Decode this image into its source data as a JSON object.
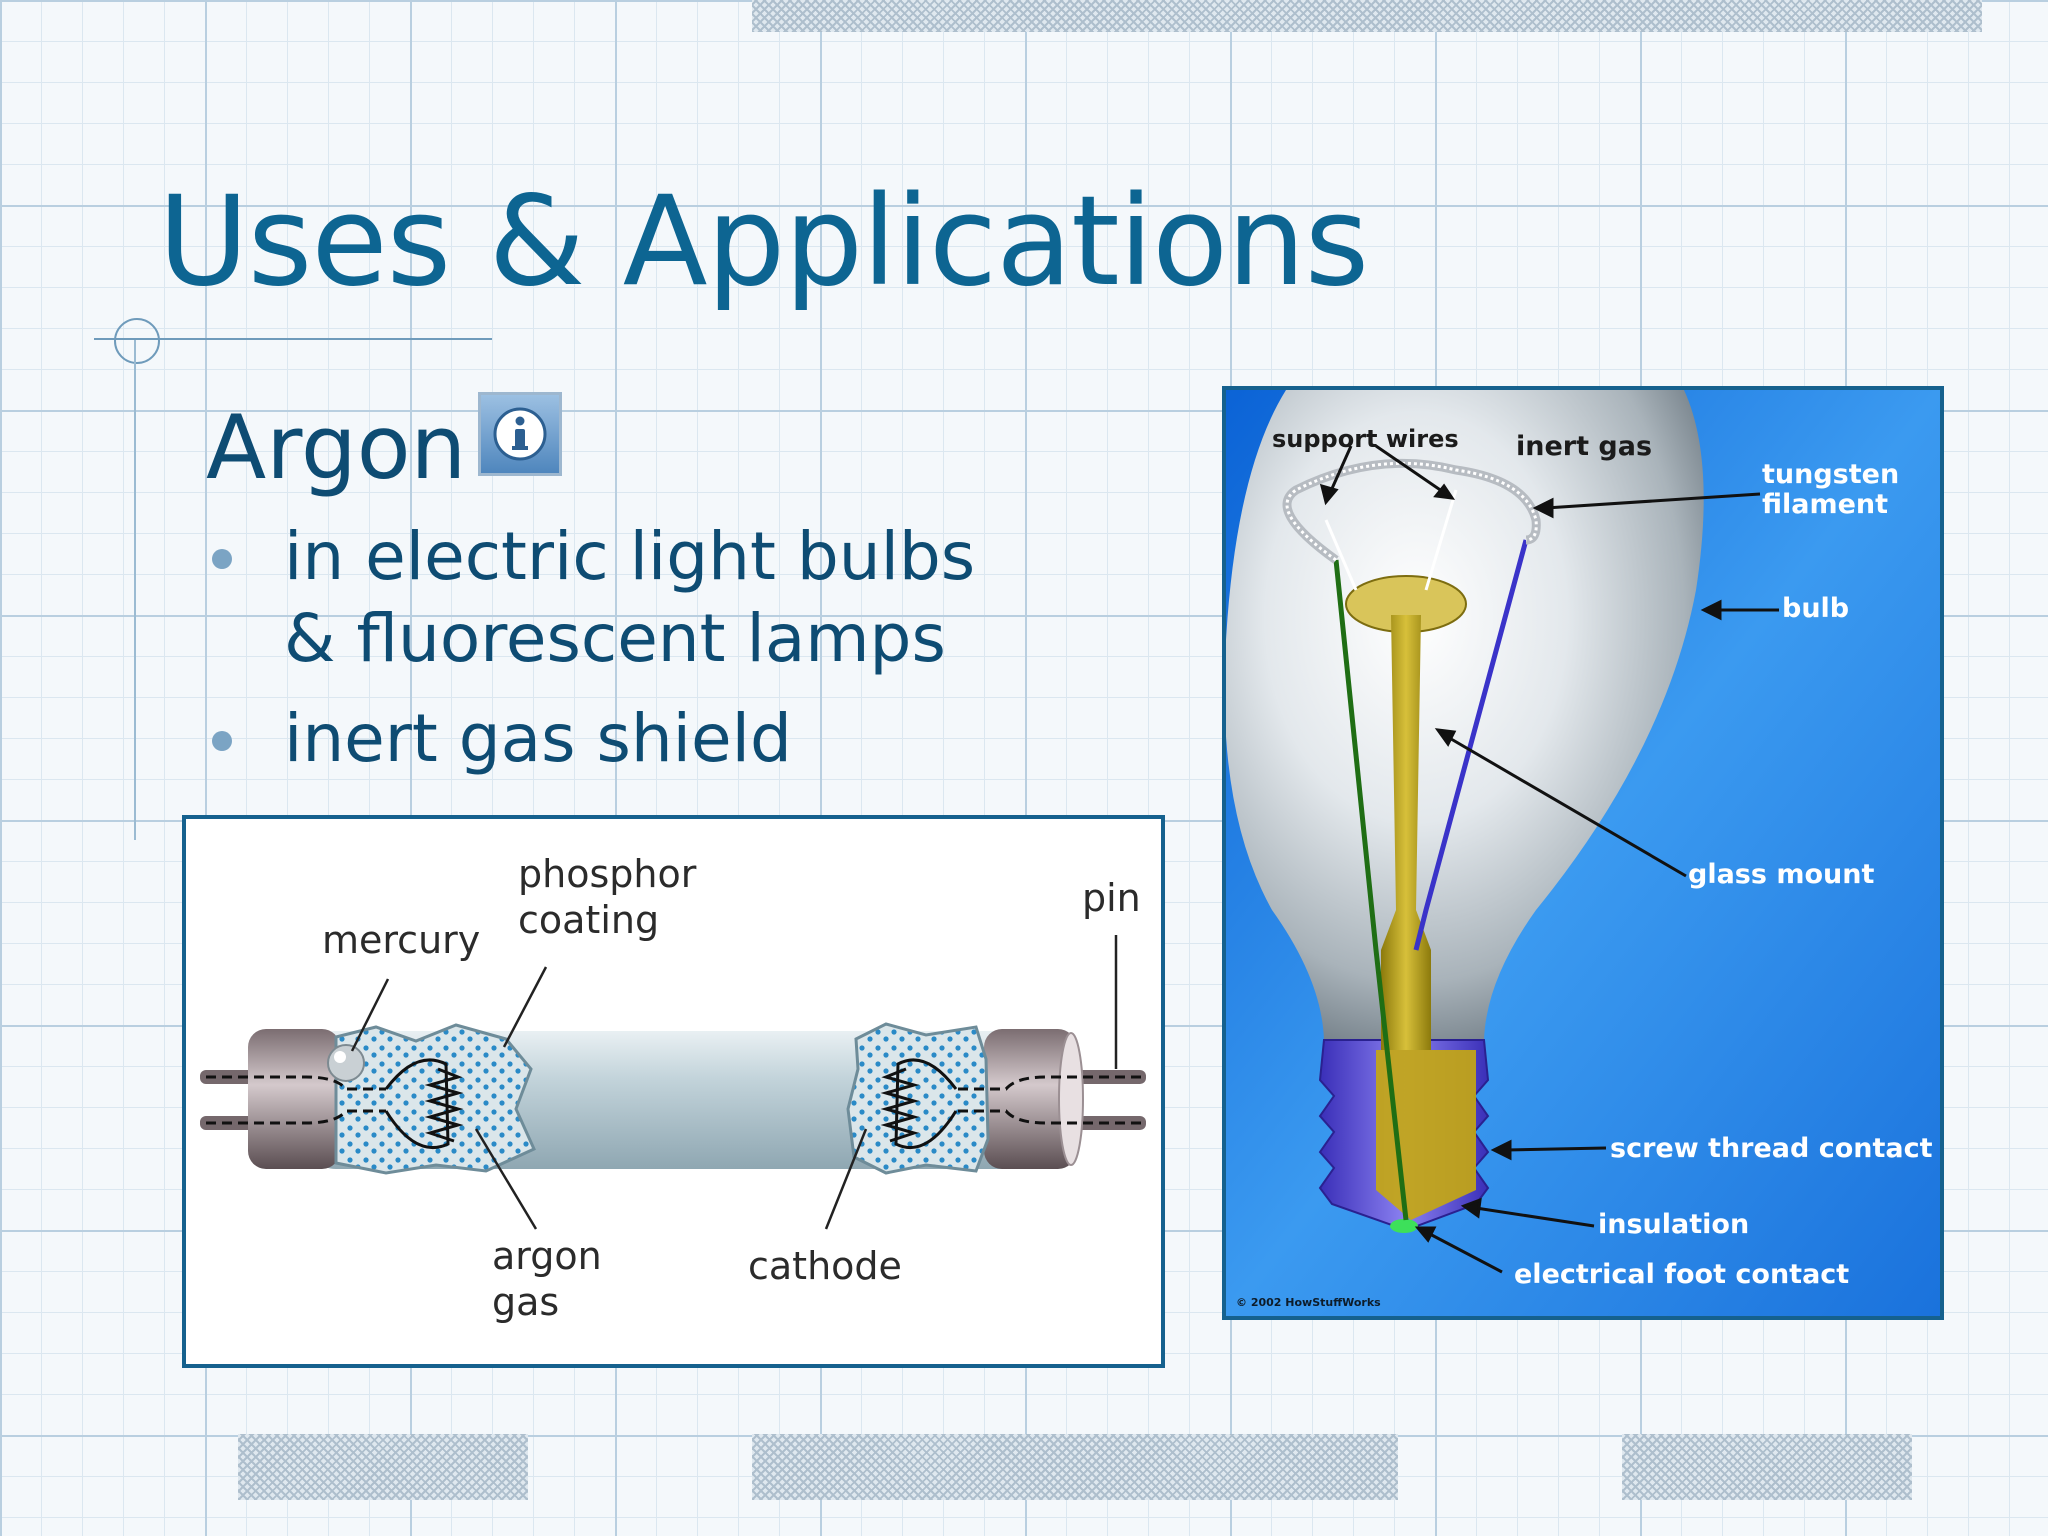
{
  "slide": {
    "title": "Uses & Applications",
    "subheading": "Argon",
    "bullets": [
      "in electric light bulbs & fluorescent lamps",
      "inert gas shield"
    ],
    "info_icon": "info-icon"
  },
  "fluorescent_diagram": {
    "labels": {
      "mercury": "mercury",
      "phosphor_coating": "phosphor\ncoating",
      "pin": "pin",
      "argon_gas": "argon\ngas",
      "cathode": "cathode"
    }
  },
  "bulb_diagram": {
    "labels": {
      "support_wires": "support wires",
      "inert_gas": "inert gas",
      "tungsten_filament": "tungsten\nfilament",
      "bulb": "bulb",
      "glass_mount": "glass mount",
      "screw_thread_contact": "screw thread contact",
      "insulation": "insulation",
      "electrical_foot_contact": "electrical foot contact"
    },
    "copyright": "© 2002 HowStuffWorks"
  },
  "colors": {
    "title": "#0d6592",
    "body_text": "#0e4c73",
    "frame_border": "#15618e",
    "bulb_background": "#2f8cea"
  }
}
